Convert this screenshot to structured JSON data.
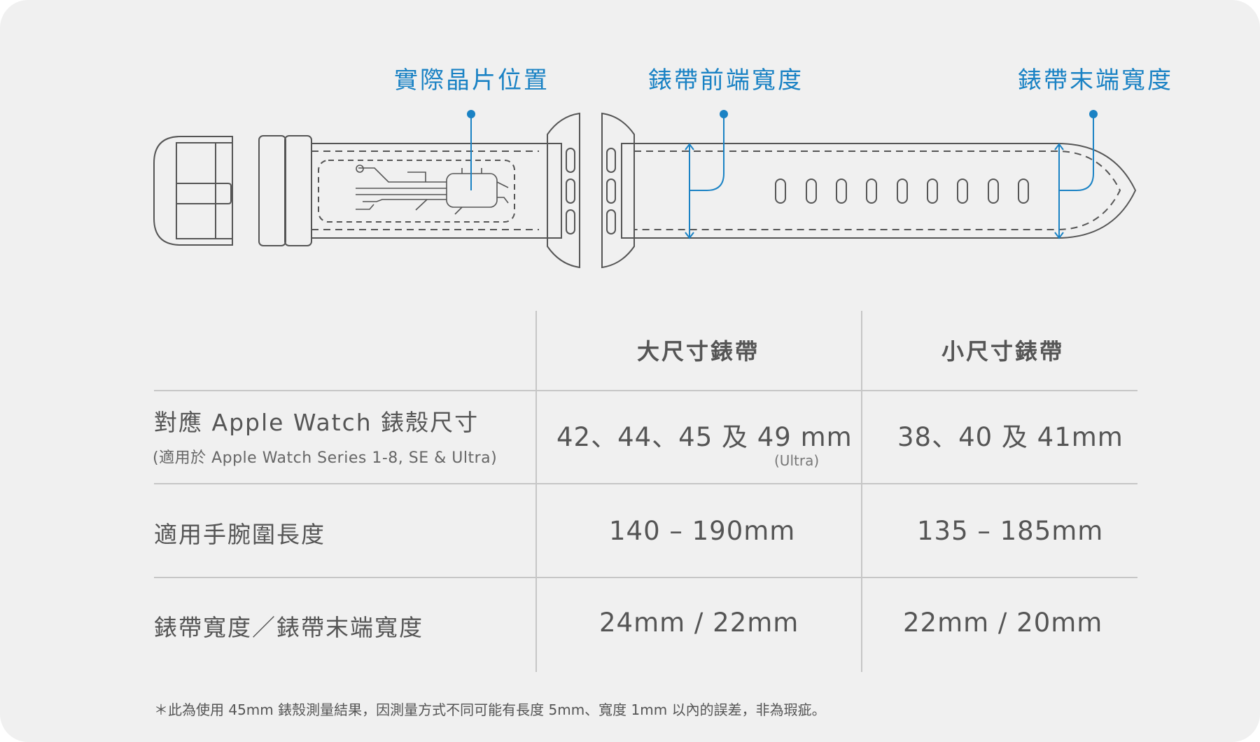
{
  "callouts": {
    "chip": "實際晶片位置",
    "front_width": "錶帶前端寬度",
    "tail_width": "錶帶末端寬度"
  },
  "table": {
    "headers": [
      "大尺寸錶帶",
      "小尺寸錶帶"
    ],
    "rows": [
      {
        "label": "對應 Apple Watch 錶殼尺寸",
        "sublabel": "(適用於 Apple Watch Series 1-8, SE & Ultra)",
        "large": "42、44、45 及 49 mm",
        "large_note": "(Ultra)",
        "small": "38、40 及 41mm"
      },
      {
        "label": "適用手腕圍長度",
        "large": "140 – 190mm",
        "small": "135 – 185mm"
      },
      {
        "label": "錶帶寬度／錶帶末端寬度",
        "large": "24mm / 22mm",
        "small": "22mm / 20mm"
      }
    ]
  },
  "footnote": "＊此為使用 45mm 錶殼測量結果，因測量方式不同可能有長度 5mm、寬度 1mm 以內的誤差，非為瑕疵。",
  "colors": {
    "accent": "#1a82c4",
    "outline": "#555555",
    "background": "#f0f0f0",
    "divider": "#c6c6c6"
  }
}
